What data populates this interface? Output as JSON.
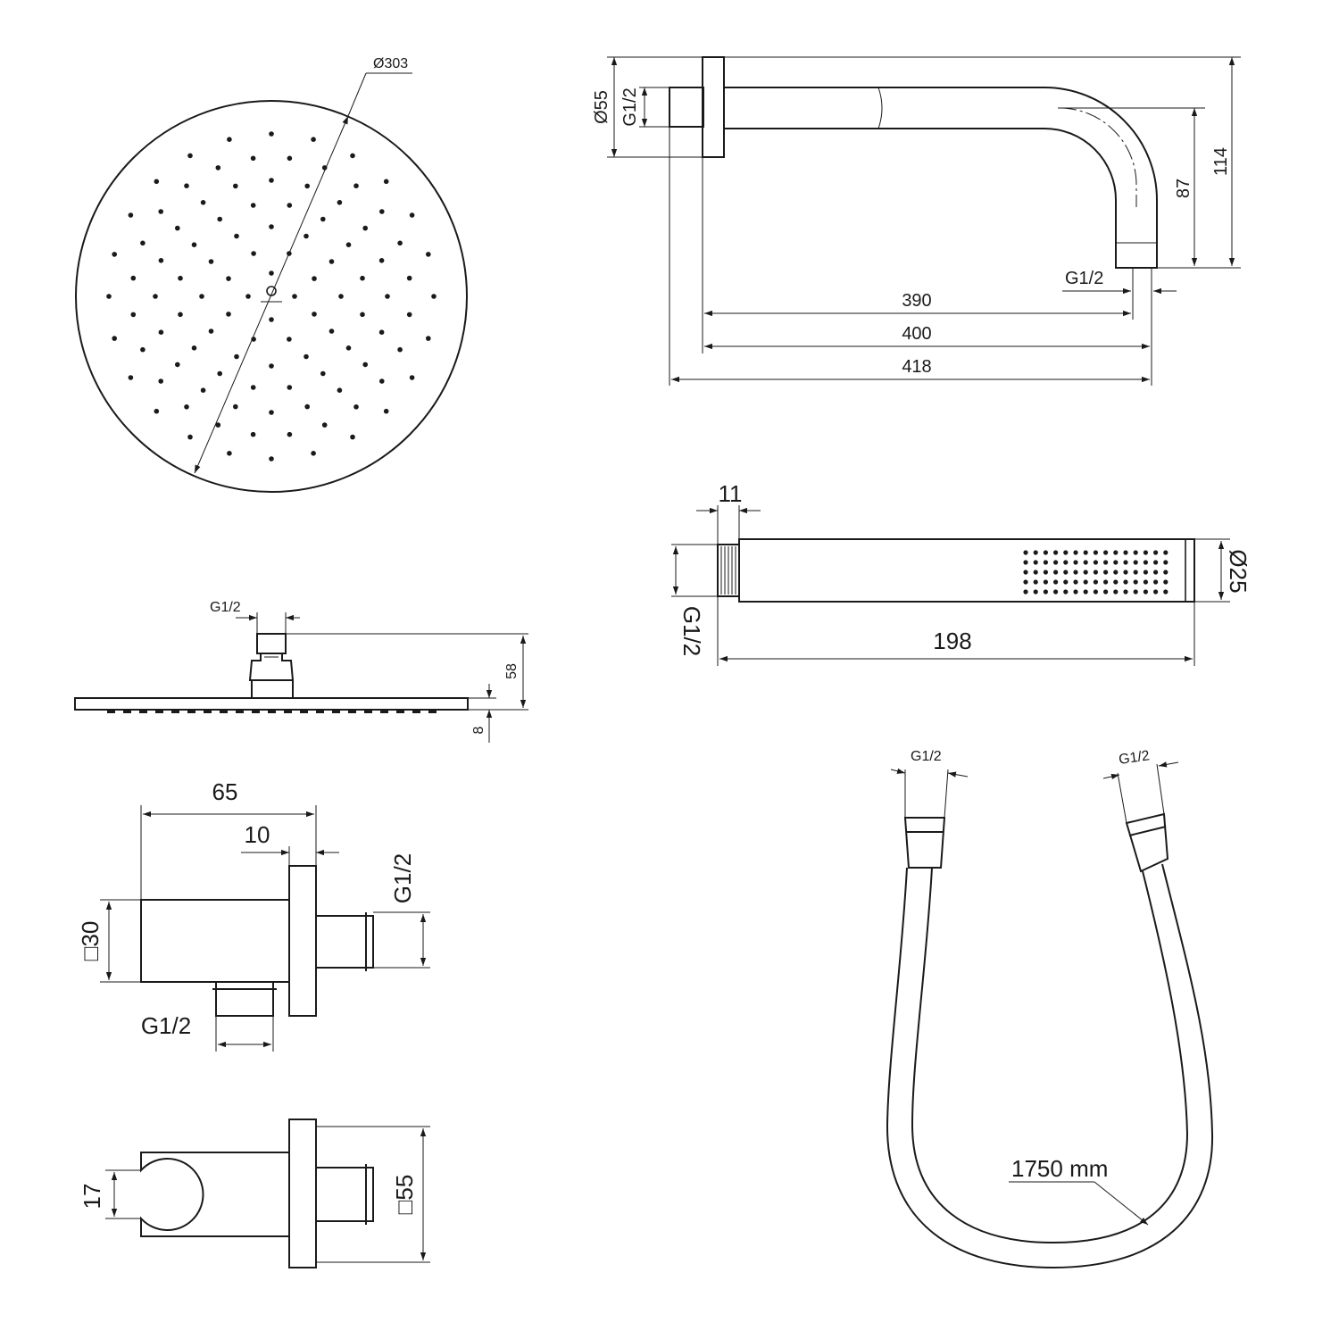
{
  "shower_head_top": {
    "diameter": "Ø303"
  },
  "shower_arm": {
    "flange_diameter": "Ø55",
    "inlet_thread": "G1/2",
    "outlet_thread": "G1/2",
    "drop_inner": "87",
    "drop_outer": "114",
    "length_1": "390",
    "length_2": "400",
    "length_3": "418"
  },
  "shower_head_side": {
    "thread": "G1/2",
    "height": "58",
    "plate_thickness": "8"
  },
  "hand_shower": {
    "thread_length": "11",
    "diameter": "Ø25",
    "thread": "G1/2",
    "length": "198"
  },
  "wall_outlet": {
    "depth": "65",
    "flange": "10",
    "square": "□30",
    "thread_side": "G1/2",
    "thread_bottom": "G1/2"
  },
  "wall_holder": {
    "opening": "17",
    "square": "□55"
  },
  "hose": {
    "thread_left": "G1/2",
    "thread_right": "G1/2",
    "length": "1750 mm"
  }
}
